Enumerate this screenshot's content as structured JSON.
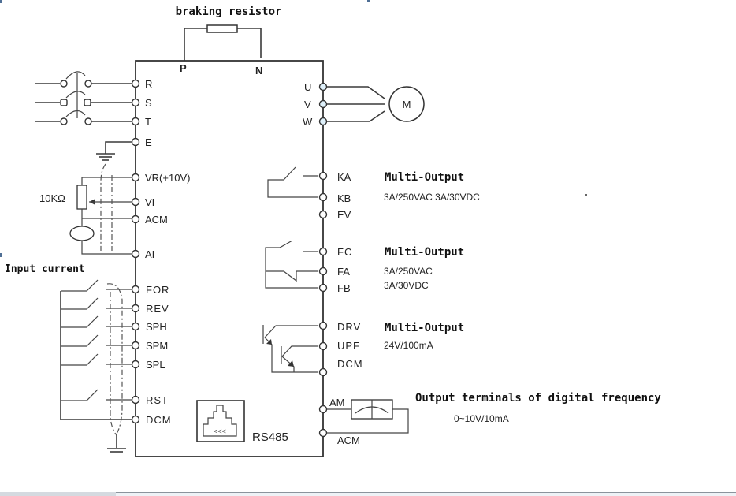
{
  "diagram": {
    "title": "braking resistor",
    "dc_bus": {
      "p": "P",
      "n": "N"
    },
    "power_input": [
      "R",
      "S",
      "T",
      "E"
    ],
    "motor_output": [
      "U",
      "V",
      "W"
    ],
    "motor_label": "M",
    "analog_input": {
      "terminals": [
        "VR(+10V)",
        "VI",
        "ACM",
        "AI"
      ],
      "potentiometer_label": "10KΩ",
      "note": "Input current"
    },
    "digital_input": [
      "FOR",
      "REV",
      "SPH",
      "SPM",
      "SPL",
      "RST",
      "DCM"
    ],
    "relay_ka": {
      "terminals": [
        "KA",
        "KB",
        "EV"
      ],
      "title": "Multi-Output",
      "spec": "3A/250VAC 3A/30VDC"
    },
    "relay_fc": {
      "terminals": [
        "FC",
        "FA",
        "FB"
      ],
      "title": "Multi-Output",
      "spec_line1": "3A/250VAC",
      "spec_line2": "3A/30VDC"
    },
    "transistor_out": {
      "terminals": [
        "DRV",
        "UPF",
        "DCM"
      ],
      "title": "Multi-Output",
      "spec": "24V/100mA"
    },
    "analog_out": {
      "terminals": [
        "AM",
        "ACM"
      ],
      "title": "Output terminals of digital frequency",
      "spec": "0~10V/10mA"
    },
    "comm_port": "RS485"
  }
}
